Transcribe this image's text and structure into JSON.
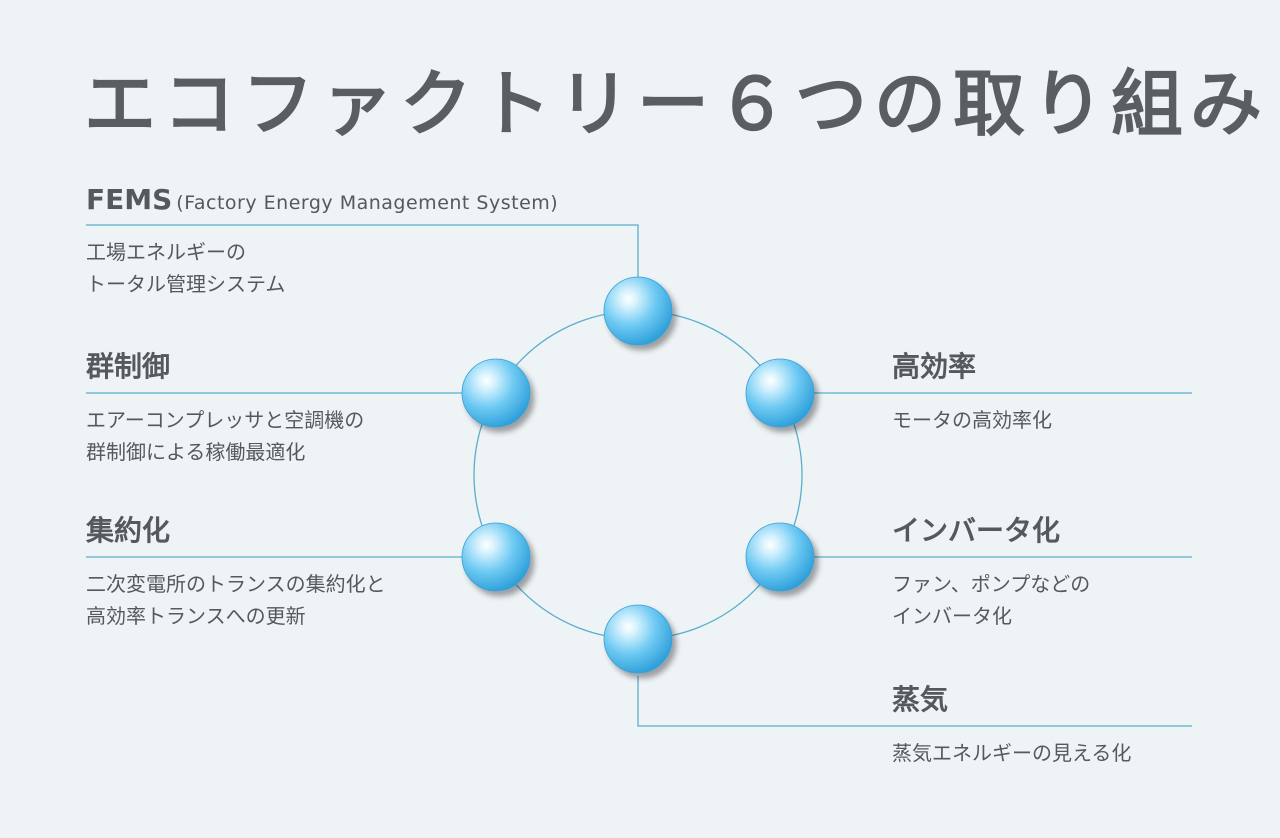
{
  "title": "エコファクトリー６つの取り組み",
  "items": {
    "fems": {
      "heading": "FEMS",
      "subheading": "(Factory Energy Management System)",
      "desc": [
        "工場エネルギーの",
        "トータル管理システム"
      ]
    },
    "group": {
      "heading": "群制御",
      "desc": [
        "エアーコンプレッサと空調機の",
        "群制御による稼働最適化"
      ]
    },
    "consolidation": {
      "heading": "集約化",
      "desc": [
        "二次変電所のトランスの集約化と",
        "高効率トランスへの更新"
      ]
    },
    "efficiency": {
      "heading": "高効率",
      "desc": [
        "モータの高効率化"
      ]
    },
    "inverter": {
      "heading": "インバータ化",
      "desc": [
        "ファン、ポンプなどの",
        "インバータ化"
      ]
    },
    "steam": {
      "heading": "蒸気",
      "desc": [
        "蒸気エネルギーの見える化"
      ]
    }
  },
  "colors": {
    "line": "#5aaecd",
    "node": "#45b4e6",
    "text": "#55595d",
    "background": "#eef3f6"
  }
}
